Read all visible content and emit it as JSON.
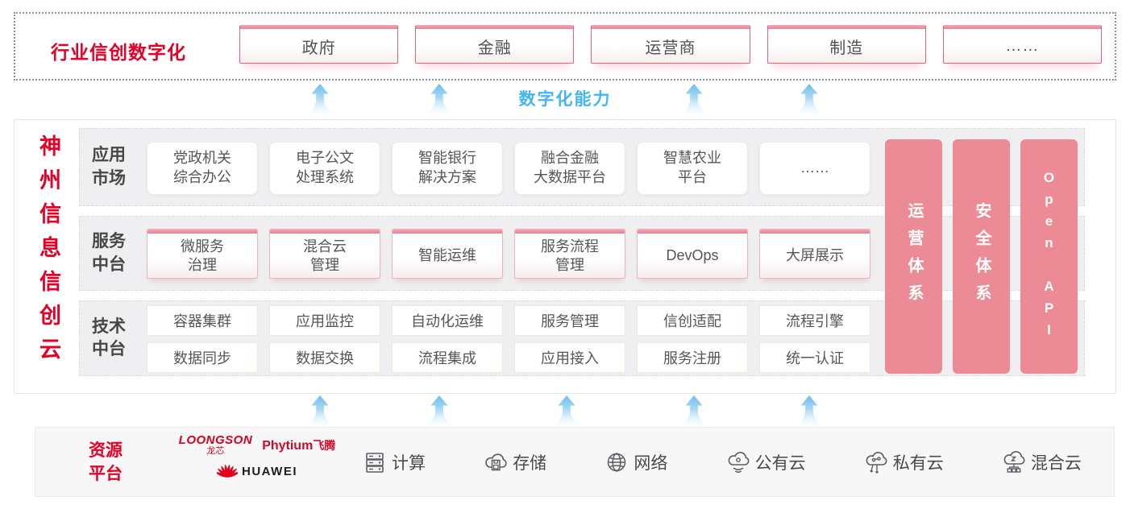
{
  "colors": {
    "accent_red": "#e60028",
    "pillar_pink": "#ec8b95",
    "capability_blue": "#45b5f1",
    "arrow_blue": "#6fbdef",
    "box_border_pink": "#e2677e"
  },
  "top_banner": {
    "title": "行业信创数字化",
    "industries": [
      "政府",
      "金融",
      "运营商",
      "制造",
      "……"
    ]
  },
  "capability": {
    "label": "数字化能力"
  },
  "platform": {
    "title": "神州信息信创云",
    "rows": [
      {
        "label": "应用\n市场",
        "items": [
          "党政机关\n综合办公",
          "电子公文\n处理系统",
          "智能银行\n解决方案",
          "融合金融\n大数据平台",
          "智慧农业\n平台",
          "……"
        ]
      },
      {
        "label": "服务\n中台",
        "items": [
          "微服务\n治理",
          "混合云\n管理",
          "智能运维",
          "服务流程\n管理",
          "DevOps",
          "大屏展示"
        ]
      },
      {
        "label": "技术\n中台",
        "items_top": [
          "容器集群",
          "应用监控",
          "自动化运维",
          "服务管理",
          "信创适配",
          "流程引擎"
        ],
        "items_bottom": [
          "数据同步",
          "数据交换",
          "流程集成",
          "应用接入",
          "服务注册",
          "统一认证"
        ]
      }
    ],
    "pillars": [
      "运营体系",
      "安全体系",
      "Open API"
    ]
  },
  "resources": {
    "label": "资源\n平台",
    "vendors": [
      {
        "name": "loongson",
        "lines": [
          "LOONGSON",
          "龙芯"
        ]
      },
      {
        "name": "phytium",
        "lines": [
          "Phytium",
          "飞腾"
        ]
      },
      {
        "name": "huawei",
        "lines": [
          "HUAWEI"
        ]
      }
    ],
    "items": [
      {
        "icon": "compute-server-icon",
        "label": "计算"
      },
      {
        "icon": "storage-cloud-icon",
        "label": "存储"
      },
      {
        "icon": "network-globe-icon",
        "label": "网络"
      },
      {
        "icon": "public-cloud-icon",
        "label": "公有云"
      },
      {
        "icon": "private-cloud-icon",
        "label": "私有云"
      },
      {
        "icon": "hybrid-cloud-icon",
        "label": "混合云"
      }
    ]
  }
}
